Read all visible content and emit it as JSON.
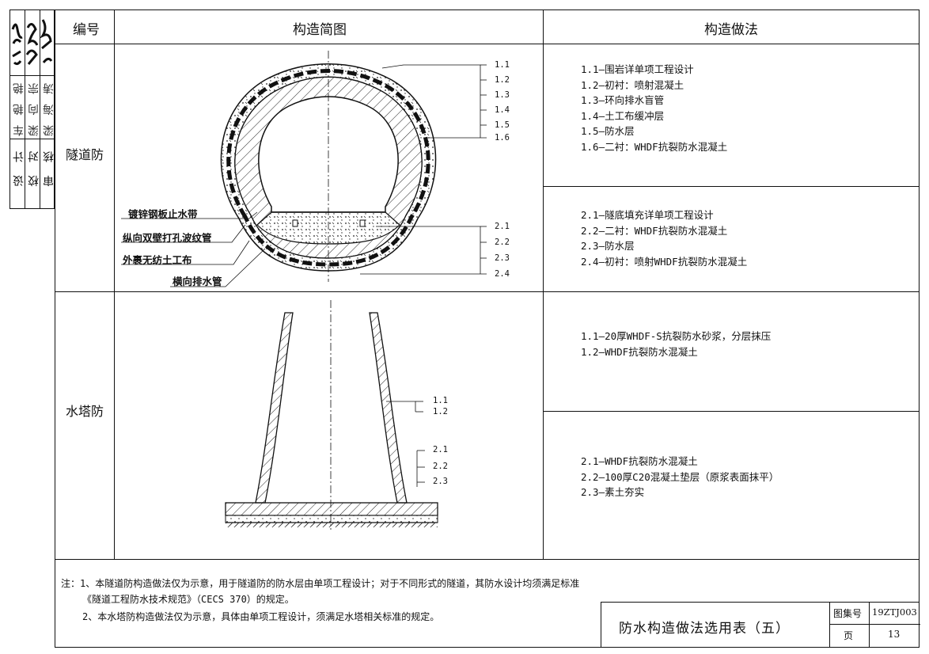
{
  "sign_strip": {
    "roles": [
      "审 核",
      "校 对",
      "设 计"
    ],
    "names": [
      "梁 海 涛",
      "梁 向 宗",
      "车 艳 艳"
    ],
    "signatures": [
      "梁海涛",
      "梁向宗",
      "车艳艳"
    ]
  },
  "table": {
    "headers": {
      "code": "编号",
      "diagram": "构造简图",
      "method": "构造做法"
    },
    "rows": [
      {
        "name": "隧道防",
        "tunnel_labels": [
          "镀锌钢板止水带",
          "纵向双壁打孔波纹管",
          "外裹无纺土工布",
          "横向排水管"
        ],
        "callouts_top": [
          "1.1",
          "1.2",
          "1.3",
          "1.4",
          "1.5",
          "1.6"
        ],
        "callouts_bottom": [
          "2.1",
          "2.2",
          "2.3",
          "2.4"
        ],
        "method_1": [
          "1.1—围岩详单项工程设计",
          "1.2—初衬：喷射混凝土",
          "1.3—环向排水盲管",
          "1.4—土工布缓冲层",
          "1.5—防水层",
          "1.6—二衬：WHDF抗裂防水混凝土"
        ],
        "method_2": [
          "2.1—隧底填充详单项工程设计",
          "2.2—二衬：WHDF抗裂防水混凝土",
          "2.3—防水层",
          "2.4—初衬：喷射WHDF抗裂防水混凝土"
        ]
      },
      {
        "name": "水塔防",
        "callouts_top": [
          "1.1",
          "1.2"
        ],
        "callouts_bottom": [
          "2.1",
          "2.2",
          "2.3"
        ],
        "method_1": [
          "1.1—20厚WHDF-S抗裂防水砂浆，分层抹压",
          "1.2—WHDF抗裂防水混凝土"
        ],
        "method_2": [
          "2.1—WHDF抗裂防水混凝土",
          "2.2—100厚C20混凝土垫层（原浆表面抹平）",
          "2.3—素土夯实"
        ]
      }
    ]
  },
  "notes": [
    "注：1、本隧道防构造做法仅为示意，用于隧道防的防水层由单项工程设计；对于不同形式的隧道，其防水设计均须满足标准",
    "《隧道工程防水技术规范》（CECS 370）的规定。",
    "2、本水塔防构造做法仅为示意，具体由单项工程设计，须满足水塔相关标准的规定。"
  ],
  "title_block": {
    "title": "防水构造做法选用表（五）",
    "atlas_label": "图集号",
    "atlas_no": "19ZTJ003",
    "page_label": "页",
    "page_no": "13"
  }
}
